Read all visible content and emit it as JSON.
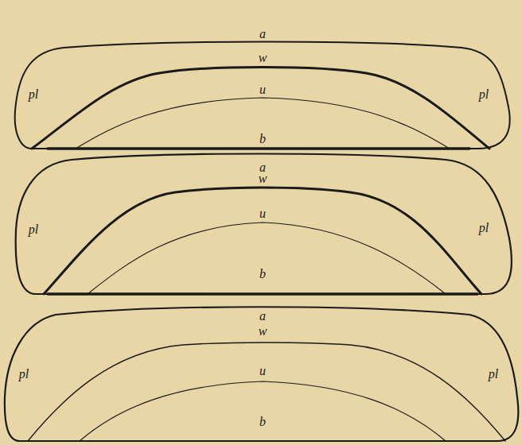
{
  "diagram": {
    "labels": [
      "a",
      "w",
      "pl",
      "pl",
      "u",
      "b",
      "a",
      "w",
      "pl",
      "pl",
      "u",
      "b",
      "a",
      "w",
      "pl",
      "pl",
      "u",
      "b"
    ]
  }
}
